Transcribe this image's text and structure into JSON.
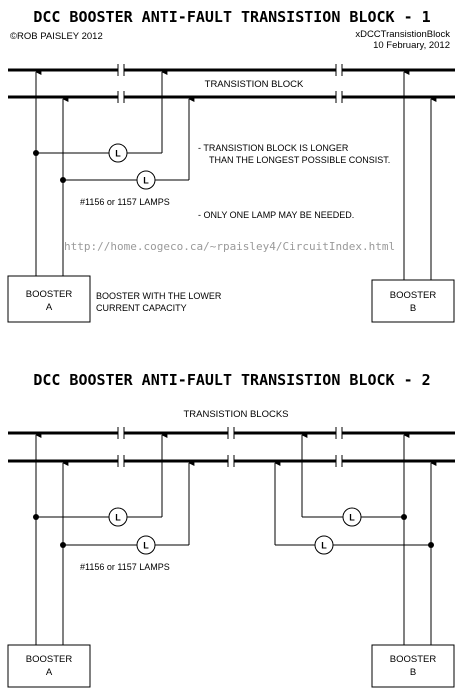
{
  "diagram1": {
    "title": "DCC BOOSTER ANTI-FAULT TRANSISTION BLOCK - 1",
    "copyright": "©ROB PAISLEY 2012",
    "file_id": "xDCCTransistionBlock",
    "date": "10 February, 2012",
    "block_label": "TRANSISTION BLOCK",
    "note_block_line1": "- TRANSISTION BLOCK IS LONGER",
    "note_block_line2": "THAN THE LONGEST POSSIBLE CONSIST.",
    "lamps_label": "#1156 or 1157 LAMPS",
    "note_lamp": "- ONLY ONE LAMP MAY BE NEEDED.",
    "url": "http://home.cogeco.ca/~rpaisley4/CircuitIndex.html",
    "booster_a_line1": "BOOSTER",
    "booster_a_line2": "A",
    "booster_b_line1": "BOOSTER",
    "booster_b_line2": "B",
    "booster_note_line1": "BOOSTER WITH THE LOWER",
    "booster_note_line2": "CURRENT CAPACITY",
    "lamp_symbol": "L"
  },
  "diagram2": {
    "title": "DCC BOOSTER ANTI-FAULT TRANSISTION BLOCK - 2",
    "blocks_label": "TRANSISTION BLOCKS",
    "lamps_label": "#1156 or 1157 LAMPS",
    "booster_a_line1": "BOOSTER",
    "booster_a_line2": "A",
    "booster_b_line1": "BOOSTER",
    "booster_b_line2": "B",
    "lamp_symbol": "L"
  }
}
